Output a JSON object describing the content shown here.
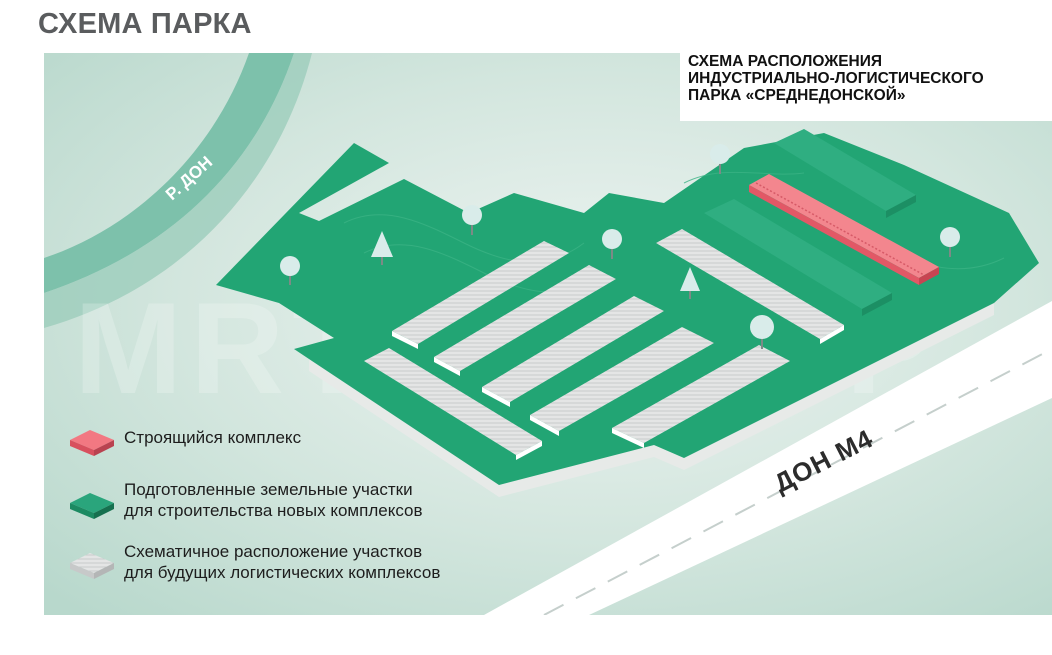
{
  "page": {
    "title": "СХЕМА ПАРКА"
  },
  "plan": {
    "title_lines": [
      "СХЕМА РАСПОЛОЖЕНИЯ",
      "ИНДУСТРИАЛЬНО-ЛОГИСТИЧЕСКОГО",
      "ПАРКА «СРЕДНЕДОНСКОЙ»"
    ]
  },
  "map_labels": {
    "river": "Р. ДОН",
    "highway": "ДОН М4",
    "watermark": "MRT GROUP"
  },
  "legend": [
    {
      "id": "under-construction",
      "lines": [
        "Строящийся комплекс"
      ],
      "color": "#f0707a"
    },
    {
      "id": "prepared-plots",
      "lines": [
        "Подготовленные земельные участки",
        "для строительства новых комплексов"
      ],
      "color": "#2aa57c"
    },
    {
      "id": "future-plots",
      "lines": [
        "Схематичное расположение участков",
        "для будущих логистических комплексов"
      ],
      "color": "#dcdcdc"
    }
  ],
  "colors": {
    "background": "#cfe4dc",
    "river": "#6fb8a2",
    "land": "#22a574",
    "land_side": "#e8ebe9",
    "plot": "#e2e3e3",
    "complex": "#f07b84",
    "road": "#ffffff"
  }
}
